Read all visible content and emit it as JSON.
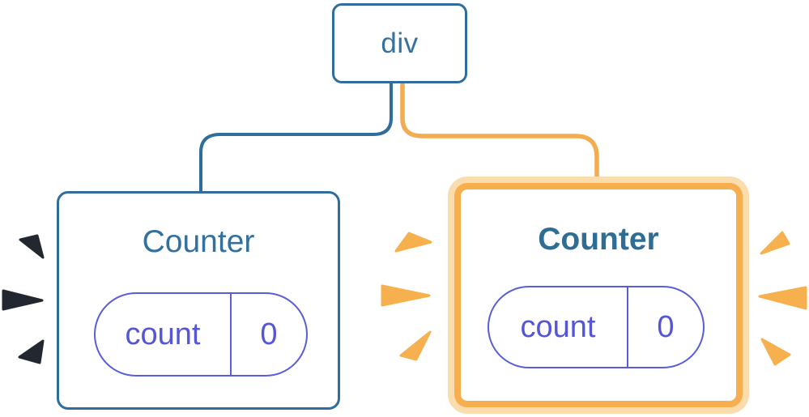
{
  "diagram": {
    "root_node": {
      "label": "div"
    },
    "left_counter": {
      "title": "Counter",
      "state_pill": {
        "key": "count",
        "value": "0"
      },
      "highlighted": false
    },
    "right_counter": {
      "title": "Counter",
      "state_pill": {
        "key": "count",
        "value": "0"
      },
      "highlighted": true
    },
    "icons": {
      "left": "sparkle-burst-ink",
      "middle": "sparkle-burst-orange",
      "right": "sparkle-burst-orange"
    },
    "colors": {
      "node_blue": "#2E6D9C",
      "text_blue": "#33709D",
      "pill_purple": "#5A5DD8",
      "highlight_orange": "#F6AE4F",
      "highlight_cream": "#FBDCAD",
      "edge_blue": "#2E6D9C",
      "edge_orange": "#F3AC4F",
      "edge_casing": "#FFFFFF",
      "spark_ink": "#23272F",
      "spark_orange": "#F6B04E",
      "background": "#FFFFFF"
    }
  }
}
